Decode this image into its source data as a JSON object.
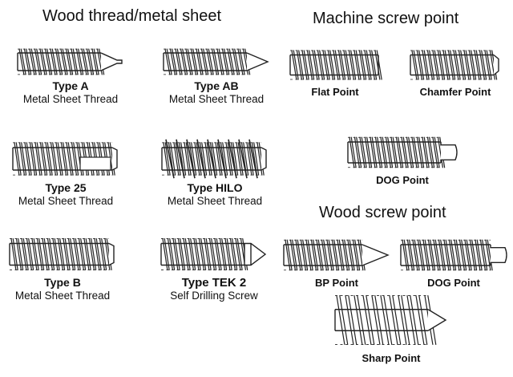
{
  "headings": {
    "wood_metal": "Wood thread/metal sheet",
    "machine": "Machine screw point",
    "wood_screw": "Wood screw point"
  },
  "screws": {
    "type_a": {
      "name": "Type A",
      "desc": "Metal Sheet Thread",
      "tip": "pointed-pin",
      "core": "plain"
    },
    "type_ab": {
      "name": "Type AB",
      "desc": "Metal Sheet Thread",
      "tip": "pointed",
      "core": "plain"
    },
    "type_25": {
      "name": "Type 25",
      "desc": "Metal Sheet Thread",
      "tip": "blunt",
      "core": "slot"
    },
    "type_hilo": {
      "name": "Type HILO",
      "desc": "Metal Sheet Thread",
      "tip": "blunt",
      "core": "hilo"
    },
    "type_b": {
      "name": "Type B",
      "desc": "Metal Sheet Thread",
      "tip": "blunt",
      "core": "plain"
    },
    "type_tek2": {
      "name": "Type TEK 2",
      "desc": "Self Drilling Screw",
      "tip": "drill",
      "core": "plain"
    },
    "flat_point": {
      "name": "Flat Point",
      "tip": "flat",
      "core": "plain"
    },
    "chamfer_point": {
      "name": "Chamfer Point",
      "tip": "chamfer",
      "core": "plain"
    },
    "dog_point": {
      "name": "DOG Point",
      "tip": "dog",
      "core": "plain"
    },
    "bp_point": {
      "name": "BP Point",
      "tip": "cone",
      "core": "plain"
    },
    "dog_point_wood": {
      "name": "DOG Point",
      "tip": "dog-long",
      "core": "plain"
    },
    "sharp_point": {
      "name": "Sharp Point",
      "tip": "sharp",
      "core": "wide"
    }
  },
  "colors": {
    "line": "#222222",
    "background": "#ffffff"
  }
}
